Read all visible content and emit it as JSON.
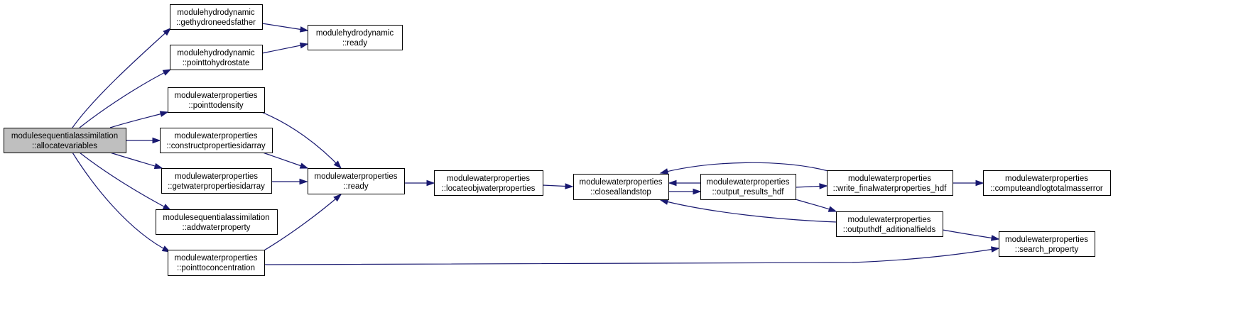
{
  "diagram": {
    "type": "call-graph",
    "colors": {
      "edge": "#191970",
      "root_fill": "#bfbfbf",
      "node_fill": "#ffffff",
      "border": "#000000"
    },
    "nodes": [
      {
        "id": "root",
        "line1": "modulesequentialassimilation",
        "line2": "::allocatevariables"
      },
      {
        "id": "hydgn",
        "line1": "modulehydrodynamic",
        "line2": "::gethydroneedsfather"
      },
      {
        "id": "hydpt",
        "line1": "modulehydrodynamic",
        "line2": "::pointtohydrostate"
      },
      {
        "id": "hydrd",
        "line1": "modulehydrodynamic",
        "line2": "::ready"
      },
      {
        "id": "wpden",
        "line1": "modulewaterproperties",
        "line2": "::pointtodensity"
      },
      {
        "id": "wpcon",
        "line1": "modulewaterproperties",
        "line2": "::constructpropertiesidarray"
      },
      {
        "id": "wpget",
        "line1": "modulewaterproperties",
        "line2": "::getwaterpropertiesidarray"
      },
      {
        "id": "saadd",
        "line1": "modulesequentialassimilation",
        "line2": "::addwaterproperty"
      },
      {
        "id": "wppcn",
        "line1": "modulewaterproperties",
        "line2": "::pointtoconcentration"
      },
      {
        "id": "wprdy",
        "line1": "modulewaterproperties",
        "line2": "::ready"
      },
      {
        "id": "wploc",
        "line1": "modulewaterproperties",
        "line2": "::locateobjwaterproperties"
      },
      {
        "id": "wpcls",
        "line1": "modulewaterproperties",
        "line2": "::closeallandstop"
      },
      {
        "id": "wpout",
        "line1": "modulewaterproperties",
        "line2": "::output_results_hdf"
      },
      {
        "id": "wpwfn",
        "line1": "modulewaterproperties",
        "line2": "::write_finalwaterproperties_hdf"
      },
      {
        "id": "wpcmp",
        "line1": "modulewaterproperties",
        "line2": "::computeandlogtotalmasserror"
      },
      {
        "id": "wpadf",
        "line1": "modulewaterproperties",
        "line2": "::outputhdf_aditionalfields"
      },
      {
        "id": "wpsrc",
        "line1": "modulewaterproperties",
        "line2": "::search_property"
      }
    ],
    "edges": [
      {
        "from": "root",
        "to": "hydgn"
      },
      {
        "from": "root",
        "to": "hydpt"
      },
      {
        "from": "root",
        "to": "wpden"
      },
      {
        "from": "root",
        "to": "wpcon"
      },
      {
        "from": "root",
        "to": "wpget"
      },
      {
        "from": "root",
        "to": "saadd"
      },
      {
        "from": "root",
        "to": "wppcn"
      },
      {
        "from": "hydgn",
        "to": "hydrd"
      },
      {
        "from": "hydpt",
        "to": "hydrd"
      },
      {
        "from": "wpden",
        "to": "wprdy"
      },
      {
        "from": "wpcon",
        "to": "wprdy"
      },
      {
        "from": "wpget",
        "to": "wprdy"
      },
      {
        "from": "wppcn",
        "to": "wprdy"
      },
      {
        "from": "wppcn",
        "to": "wpsrc"
      },
      {
        "from": "wprdy",
        "to": "wploc"
      },
      {
        "from": "wploc",
        "to": "wpcls"
      },
      {
        "from": "wpcls",
        "to": "wpout"
      },
      {
        "from": "wpout",
        "to": "wpcls"
      },
      {
        "from": "wpout",
        "to": "wpwfn"
      },
      {
        "from": "wpout",
        "to": "wpadf"
      },
      {
        "from": "wpwfn",
        "to": "wpcls"
      },
      {
        "from": "wpwfn",
        "to": "wpcmp"
      },
      {
        "from": "wpadf",
        "to": "wpcls"
      },
      {
        "from": "wpadf",
        "to": "wpsrc"
      }
    ]
  }
}
